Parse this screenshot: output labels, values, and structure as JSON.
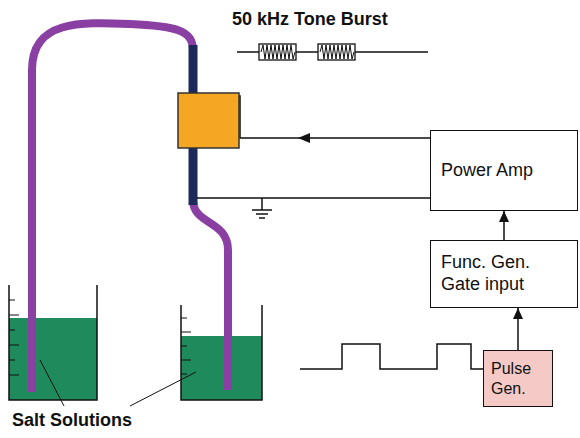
{
  "diagram": {
    "nodes": [
      {
        "text": [
          "Power Amp"
        ]
      },
      {
        "text": [
          "Func. Gen. Gate input"
        ]
      },
      {
        "text": [
          "Pulse Gen."
        ]
      }
    ],
    "edges": [
      {
        "from": 2,
        "to": 1,
        "arrow": "to"
      },
      {
        "from": 1,
        "to": 0,
        "arrow": "to"
      }
    ],
    "labels": [
      "50 kHz Tone Burst",
      "Salt Solutions"
    ]
  }
}
